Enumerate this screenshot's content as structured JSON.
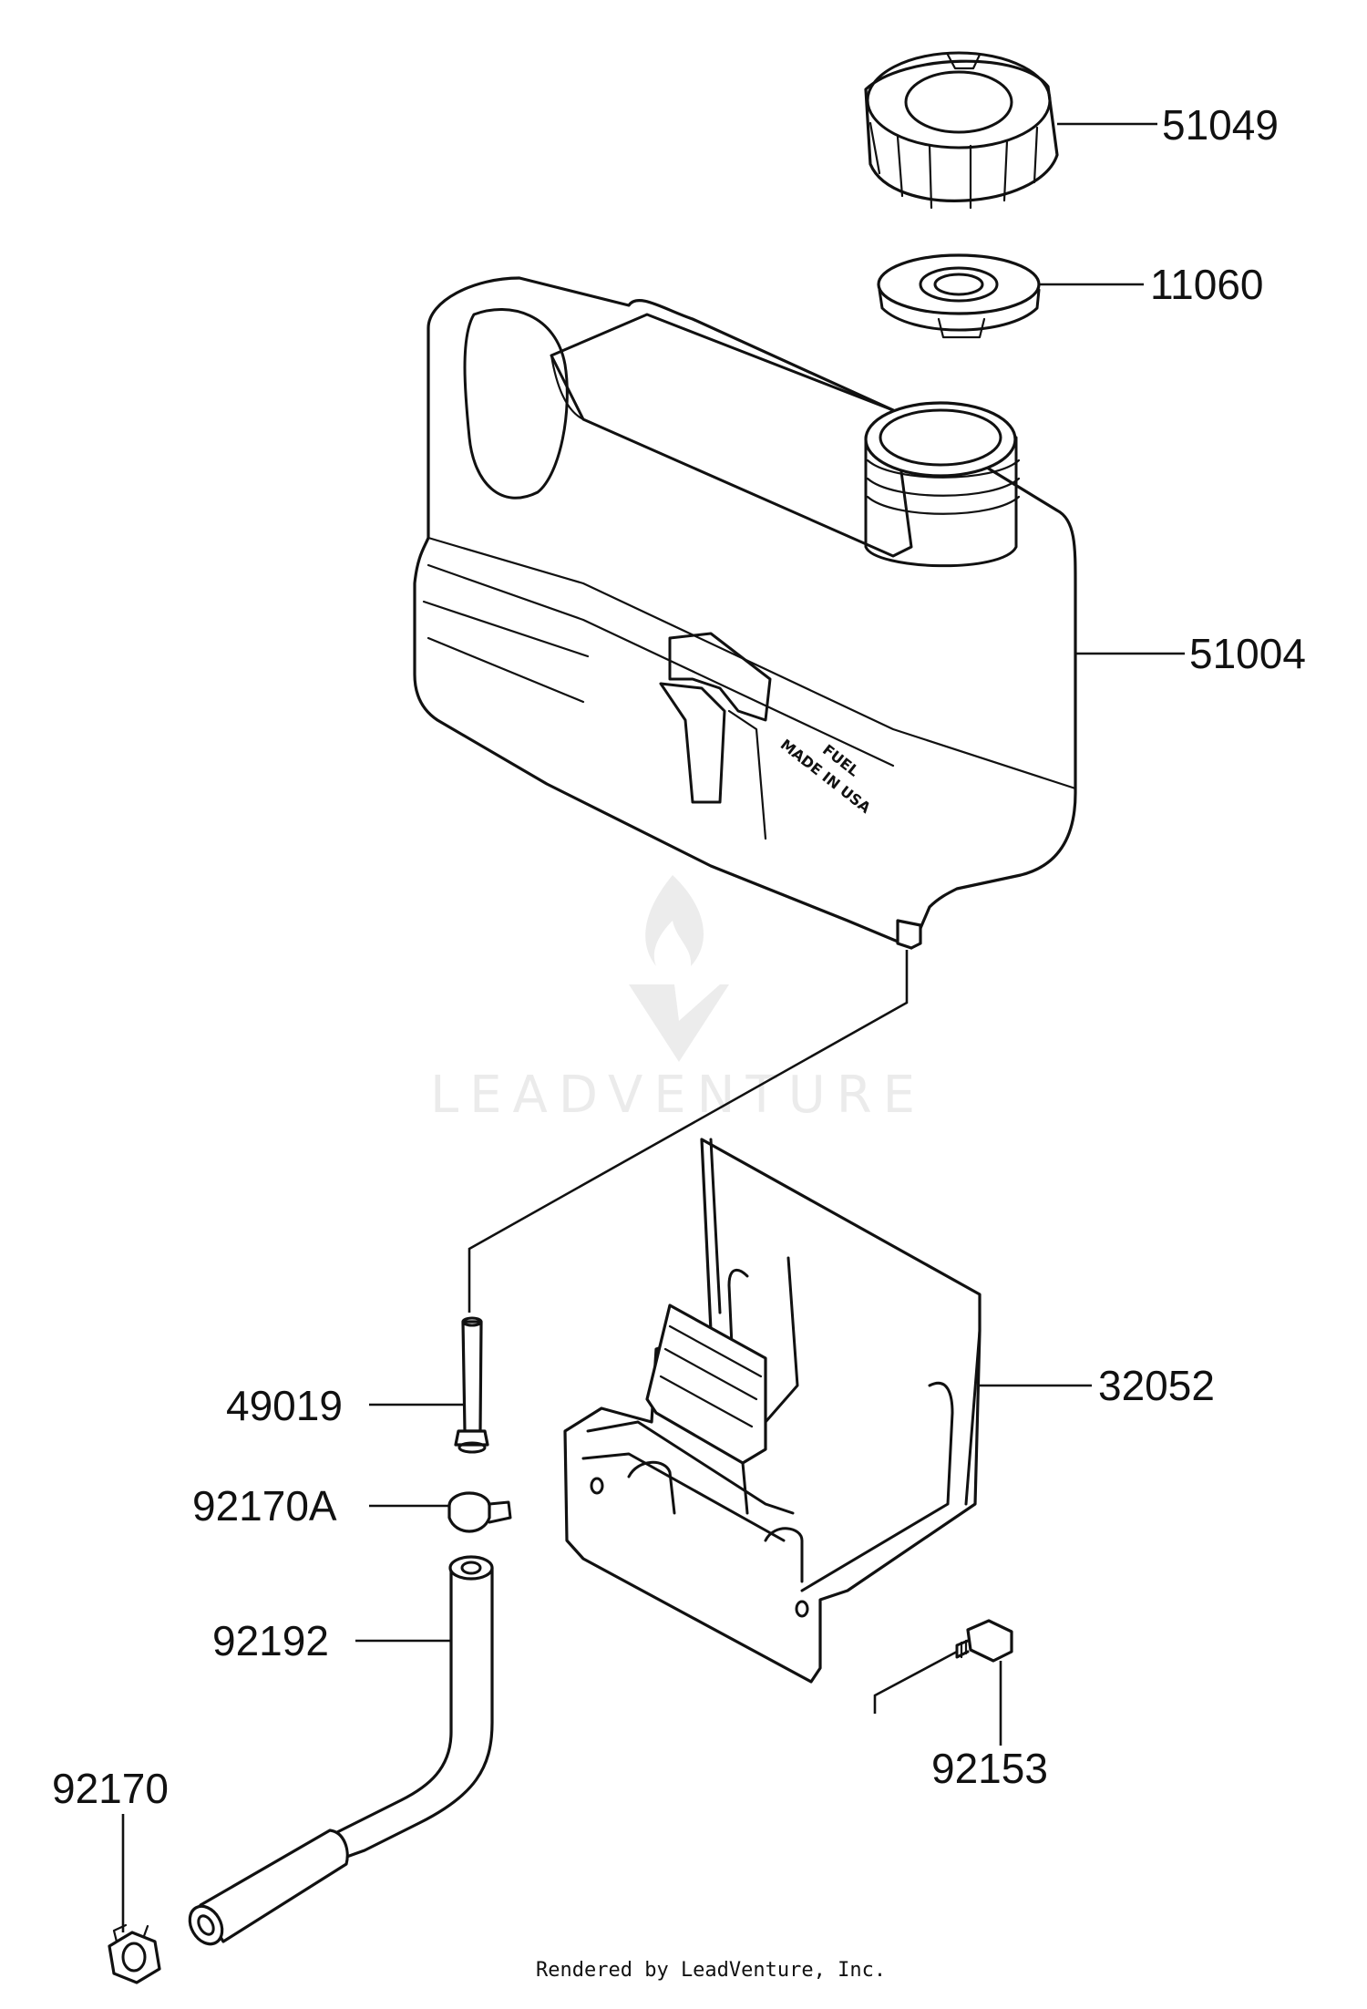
{
  "parts": [
    {
      "id": "cap",
      "number": "51049"
    },
    {
      "id": "gasket",
      "number": "11060"
    },
    {
      "id": "tank",
      "number": "51004"
    },
    {
      "id": "bracket",
      "number": "32052"
    },
    {
      "id": "pin",
      "number": "49019"
    },
    {
      "id": "clamp-a",
      "number": "92170A"
    },
    {
      "id": "hose",
      "number": "92192"
    },
    {
      "id": "bolt",
      "number": "92153"
    },
    {
      "id": "clamp",
      "number": "92170"
    }
  ],
  "tank_embossing": {
    "line1": "FUEL",
    "line2": "MADE IN USA"
  },
  "watermark": {
    "text": "LEADVENTURE"
  },
  "footer": {
    "text": "Rendered by LeadVenture, Inc."
  }
}
